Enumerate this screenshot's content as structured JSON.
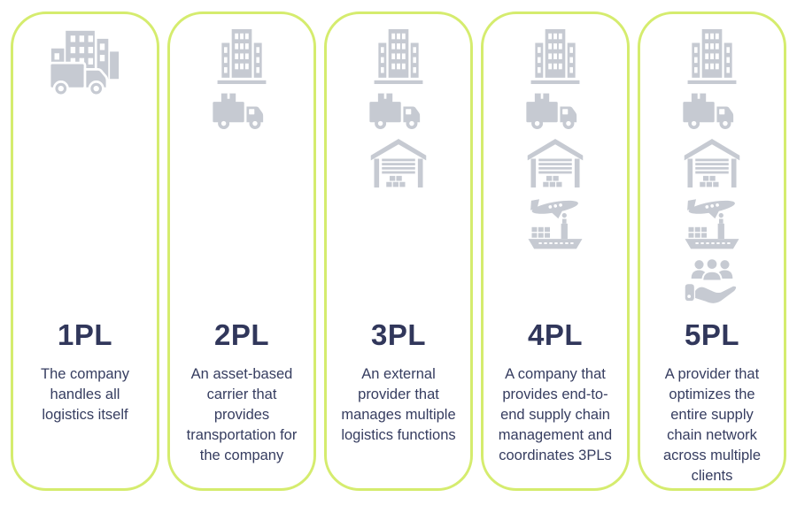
{
  "palette": {
    "card_border": "#d5ec6e",
    "icon_gray": "#c6cad2",
    "title_navy": "#31375b",
    "body_navy": "#363d60",
    "background": "#ffffff"
  },
  "cards": [
    {
      "id": "1pl",
      "title": "1PL",
      "description": "The company handles all logistics itself",
      "icons": [
        "building-truck"
      ]
    },
    {
      "id": "2pl",
      "title": "2PL",
      "description": "An asset-based carrier that provides transportation for the company",
      "icons": [
        "building",
        "truck"
      ]
    },
    {
      "id": "3pl",
      "title": "3PL",
      "description": "An external provider that manages multiple logistics functions",
      "icons": [
        "building",
        "truck",
        "warehouse"
      ]
    },
    {
      "id": "4pl",
      "title": "4PL",
      "description": "A company that provides end-to-end supply chain management and coordinates 3PLs",
      "icons": [
        "building",
        "truck",
        "warehouse",
        "plane-ship"
      ]
    },
    {
      "id": "5pl",
      "title": "5PL",
      "description": "A provider that optimizes the entire supply chain network across multiple clients",
      "icons": [
        "building",
        "truck",
        "warehouse",
        "plane-ship",
        "people-hand"
      ]
    }
  ]
}
